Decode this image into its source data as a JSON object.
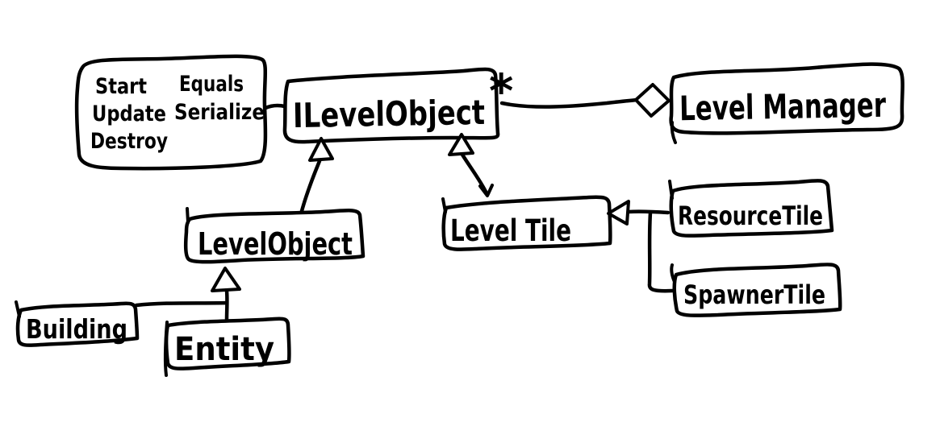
{
  "diagram": {
    "kind": "hand-drawn-uml-class-diagram",
    "background_color": "#ffffff",
    "ink_color": "#000000",
    "nodes": {
      "methods_note": {
        "col1": [
          "Start",
          "Update",
          "Destroy"
        ],
        "col2": [
          "Equals",
          "Serialize"
        ]
      },
      "ilevelobject": {
        "label": "ILevelObject"
      },
      "levelmanager": {
        "label": "Level Manager"
      },
      "levelobject": {
        "label": "LevelObject"
      },
      "leveltile": {
        "label": "Level Tile"
      },
      "resourcetile": {
        "label": "ResourceTile"
      },
      "spawnertile": {
        "label": "SpawnerTile"
      },
      "building": {
        "label": "Building"
      },
      "entity": {
        "label": "Entity"
      }
    },
    "relationships": [
      {
        "from": "LevelObject",
        "to": "ILevelObject",
        "kind": "inheritance"
      },
      {
        "from": "Level Tile",
        "to": "ILevelObject",
        "kind": "inheritance"
      },
      {
        "from": "Building",
        "to": "LevelObject",
        "kind": "inheritance"
      },
      {
        "from": "Entity",
        "to": "LevelObject",
        "kind": "inheritance"
      },
      {
        "from": "ResourceTile",
        "to": "Level Tile",
        "kind": "inheritance"
      },
      {
        "from": "SpawnerTile",
        "to": "Level Tile",
        "kind": "inheritance"
      },
      {
        "from": "ILevelObject",
        "to": "Level Manager",
        "kind": "aggregation",
        "multiplicity": "*"
      },
      {
        "from": "methods_note",
        "to": "ILevelObject",
        "kind": "attached-note"
      }
    ]
  }
}
